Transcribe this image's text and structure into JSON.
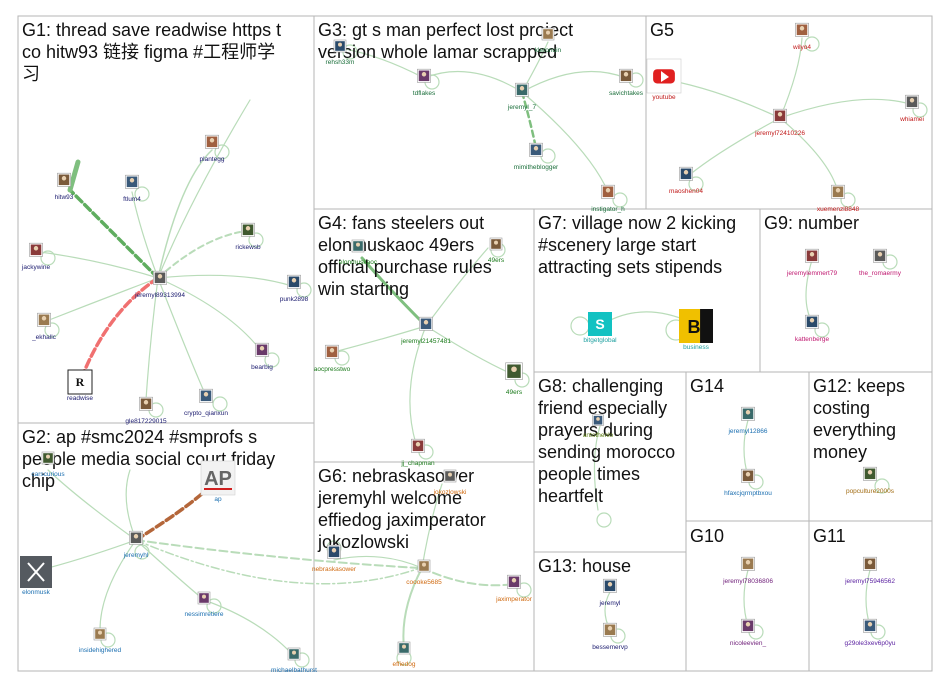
{
  "colors": {
    "edge": "#b9dcb9",
    "edge_dark": "#5fad5f",
    "edge_red": "#f07070",
    "edge_brown": "#b4663a",
    "g1_label": "#1a1a6e",
    "g2_label": "#1a6eb0",
    "g3_label": "#1a6e3a",
    "g4_label": "#1a7a1a",
    "g5_label": "#c01818",
    "g6_label": "#d06a10",
    "g7_label": "#20a0a0",
    "g8_label": "#5a7a10",
    "g9_label": "#c01870",
    "g10_label": "#70207a",
    "g11_label": "#5a20a0",
    "g12_label": "#a06a10",
    "g13_label": "#1a1a6e",
    "g14_label": "#1a6eb0"
  },
  "groups": [
    {
      "id": "g1",
      "title_lines": [
        "G1: thread save readwise https t",
        "co hitw93 链接 figma #工程师学",
        "习"
      ],
      "nodes": [
        {
          "label": "hitw93",
          "icon": "avatar"
        },
        {
          "label": "ftlum4",
          "icon": "avatar"
        },
        {
          "label": "plantegg",
          "icon": "avatar"
        },
        {
          "label": "rickewsb",
          "icon": "avatar"
        },
        {
          "label": "jackywine",
          "icon": "avatar"
        },
        {
          "label": "jeremyl89313994",
          "icon": "avatar"
        },
        {
          "label": "punk2898",
          "icon": "avatar"
        },
        {
          "label": "_ekhallc",
          "icon": "avatar"
        },
        {
          "label": "bearbig",
          "icon": "avatar"
        },
        {
          "label": "readwise",
          "icon": "readwise-logo"
        },
        {
          "label": "gle817229015",
          "icon": "avatar"
        },
        {
          "label": "crypto_qianxun",
          "icon": "avatar"
        }
      ]
    },
    {
      "id": "g2",
      "title_lines": [
        "G2: ap #smc2024 #smprofs s",
        "people media social court friday",
        "chip"
      ],
      "nodes": [
        {
          "label": "carscurious",
          "icon": "avatar"
        },
        {
          "label": "ap",
          "icon": "ap-logo"
        },
        {
          "label": "jeremyhl",
          "icon": "avatar"
        },
        {
          "label": "elonmusk",
          "icon": "x-logo"
        },
        {
          "label": "insidehighered",
          "icon": "avatar"
        },
        {
          "label": "nessimretiere",
          "icon": "avatar"
        },
        {
          "label": "michaelbathurst",
          "icon": "avatar"
        }
      ]
    },
    {
      "id": "g3",
      "title_lines": [
        "G3: gt s man perfect lost project",
        "version whole lamar scrapped"
      ],
      "nodes": [
        {
          "label": "rehsh33m",
          "icon": "avatar"
        },
        {
          "label": "kleronuin",
          "icon": "avatar"
        },
        {
          "label": "tdflakes",
          "icon": "avatar"
        },
        {
          "label": "jeremyl_7",
          "icon": "avatar"
        },
        {
          "label": "savichtakes",
          "icon": "avatar"
        },
        {
          "label": "mimitheblogger",
          "icon": "avatar"
        },
        {
          "label": "instigator_h",
          "icon": "avatar"
        }
      ]
    },
    {
      "id": "g4",
      "title_lines": [
        "G4: fans steelers out",
        "elonmuskaoc 49ers",
        "official purchase rules",
        "win starting"
      ],
      "nodes": [
        {
          "label": "elonmuskaoc",
          "icon": "avatar"
        },
        {
          "label": "49ers",
          "icon": "avatar"
        },
        {
          "label": "jeremyl21457481",
          "icon": "avatar"
        },
        {
          "label": "aocpresstwo",
          "icon": "avatar"
        },
        {
          "label": "49ers",
          "icon": "avatar"
        },
        {
          "label": "jj_chapman",
          "icon": "avatar"
        }
      ]
    },
    {
      "id": "g5",
      "title_lines": [
        "G5"
      ],
      "nodes": [
        {
          "label": "wilyo4",
          "icon": "avatar"
        },
        {
          "label": "youtube",
          "icon": "youtube-logo"
        },
        {
          "label": "jeremyl72410226",
          "icon": "avatar"
        },
        {
          "label": "whiamei",
          "icon": "avatar"
        },
        {
          "label": "maoshen04",
          "icon": "avatar"
        },
        {
          "label": "xuemenzl8848",
          "icon": "avatar"
        }
      ]
    },
    {
      "id": "g6",
      "title_lines": [
        "G6: nebraskasower",
        "jeremyhl welcome",
        "effiedog jaximperator",
        "jokozlowski"
      ],
      "nodes": [
        {
          "label": "jokozlowski",
          "icon": "avatar"
        },
        {
          "label": "nebraskasower",
          "icon": "avatar"
        },
        {
          "label": "coooke5685",
          "icon": "avatar"
        },
        {
          "label": "jaximperator",
          "icon": "avatar"
        },
        {
          "label": "effiedog",
          "icon": "avatar"
        }
      ]
    },
    {
      "id": "g7",
      "title_lines": [
        "G7: village now 2 kicking",
        "#scenery large start",
        "attracting sets stipends"
      ],
      "nodes": [
        {
          "label": "bitgetglobal",
          "icon": "bitget-logo"
        },
        {
          "label": "business",
          "icon": "business-logo"
        }
      ]
    },
    {
      "id": "g8",
      "title_lines": [
        "G8: challenging",
        "friend especially",
        "prayers during",
        "sending morocco",
        "people times",
        "heartfelt"
      ],
      "nodes": [
        {
          "label": "antothenlo",
          "icon": "avatar"
        }
      ]
    },
    {
      "id": "g9",
      "title_lines": [
        "G9: number"
      ],
      "nodes": [
        {
          "label": "jeremylemmert79",
          "icon": "avatar"
        },
        {
          "label": "the_romaermy",
          "icon": "avatar"
        },
        {
          "label": "kattenberge",
          "icon": "avatar"
        }
      ]
    },
    {
      "id": "g10",
      "title_lines": [
        "G10"
      ],
      "nodes": [
        {
          "label": "jeremyl78036806",
          "icon": "avatar"
        },
        {
          "label": "nicoleevien_",
          "icon": "avatar"
        }
      ]
    },
    {
      "id": "g11",
      "title_lines": [
        "G11"
      ],
      "nodes": [
        {
          "label": "jeremyl75946562",
          "icon": "avatar"
        },
        {
          "label": "g29ole3xev6p0yu",
          "icon": "avatar"
        }
      ]
    },
    {
      "id": "g12",
      "title_lines": [
        "G12: keeps",
        "costing",
        "everything",
        "money"
      ],
      "nodes": [
        {
          "label": "popculture2000s",
          "icon": "avatar"
        }
      ]
    },
    {
      "id": "g13",
      "title_lines": [
        "G13: house"
      ],
      "nodes": [
        {
          "label": "jeremyl",
          "icon": "avatar"
        },
        {
          "label": "bessemervp",
          "icon": "avatar"
        }
      ]
    },
    {
      "id": "g14",
      "title_lines": [
        "G14"
      ],
      "nodes": [
        {
          "label": "jeremyl12866",
          "icon": "avatar"
        },
        {
          "label": "hfaxcjqrmptbxou",
          "icon": "avatar"
        }
      ]
    }
  ]
}
